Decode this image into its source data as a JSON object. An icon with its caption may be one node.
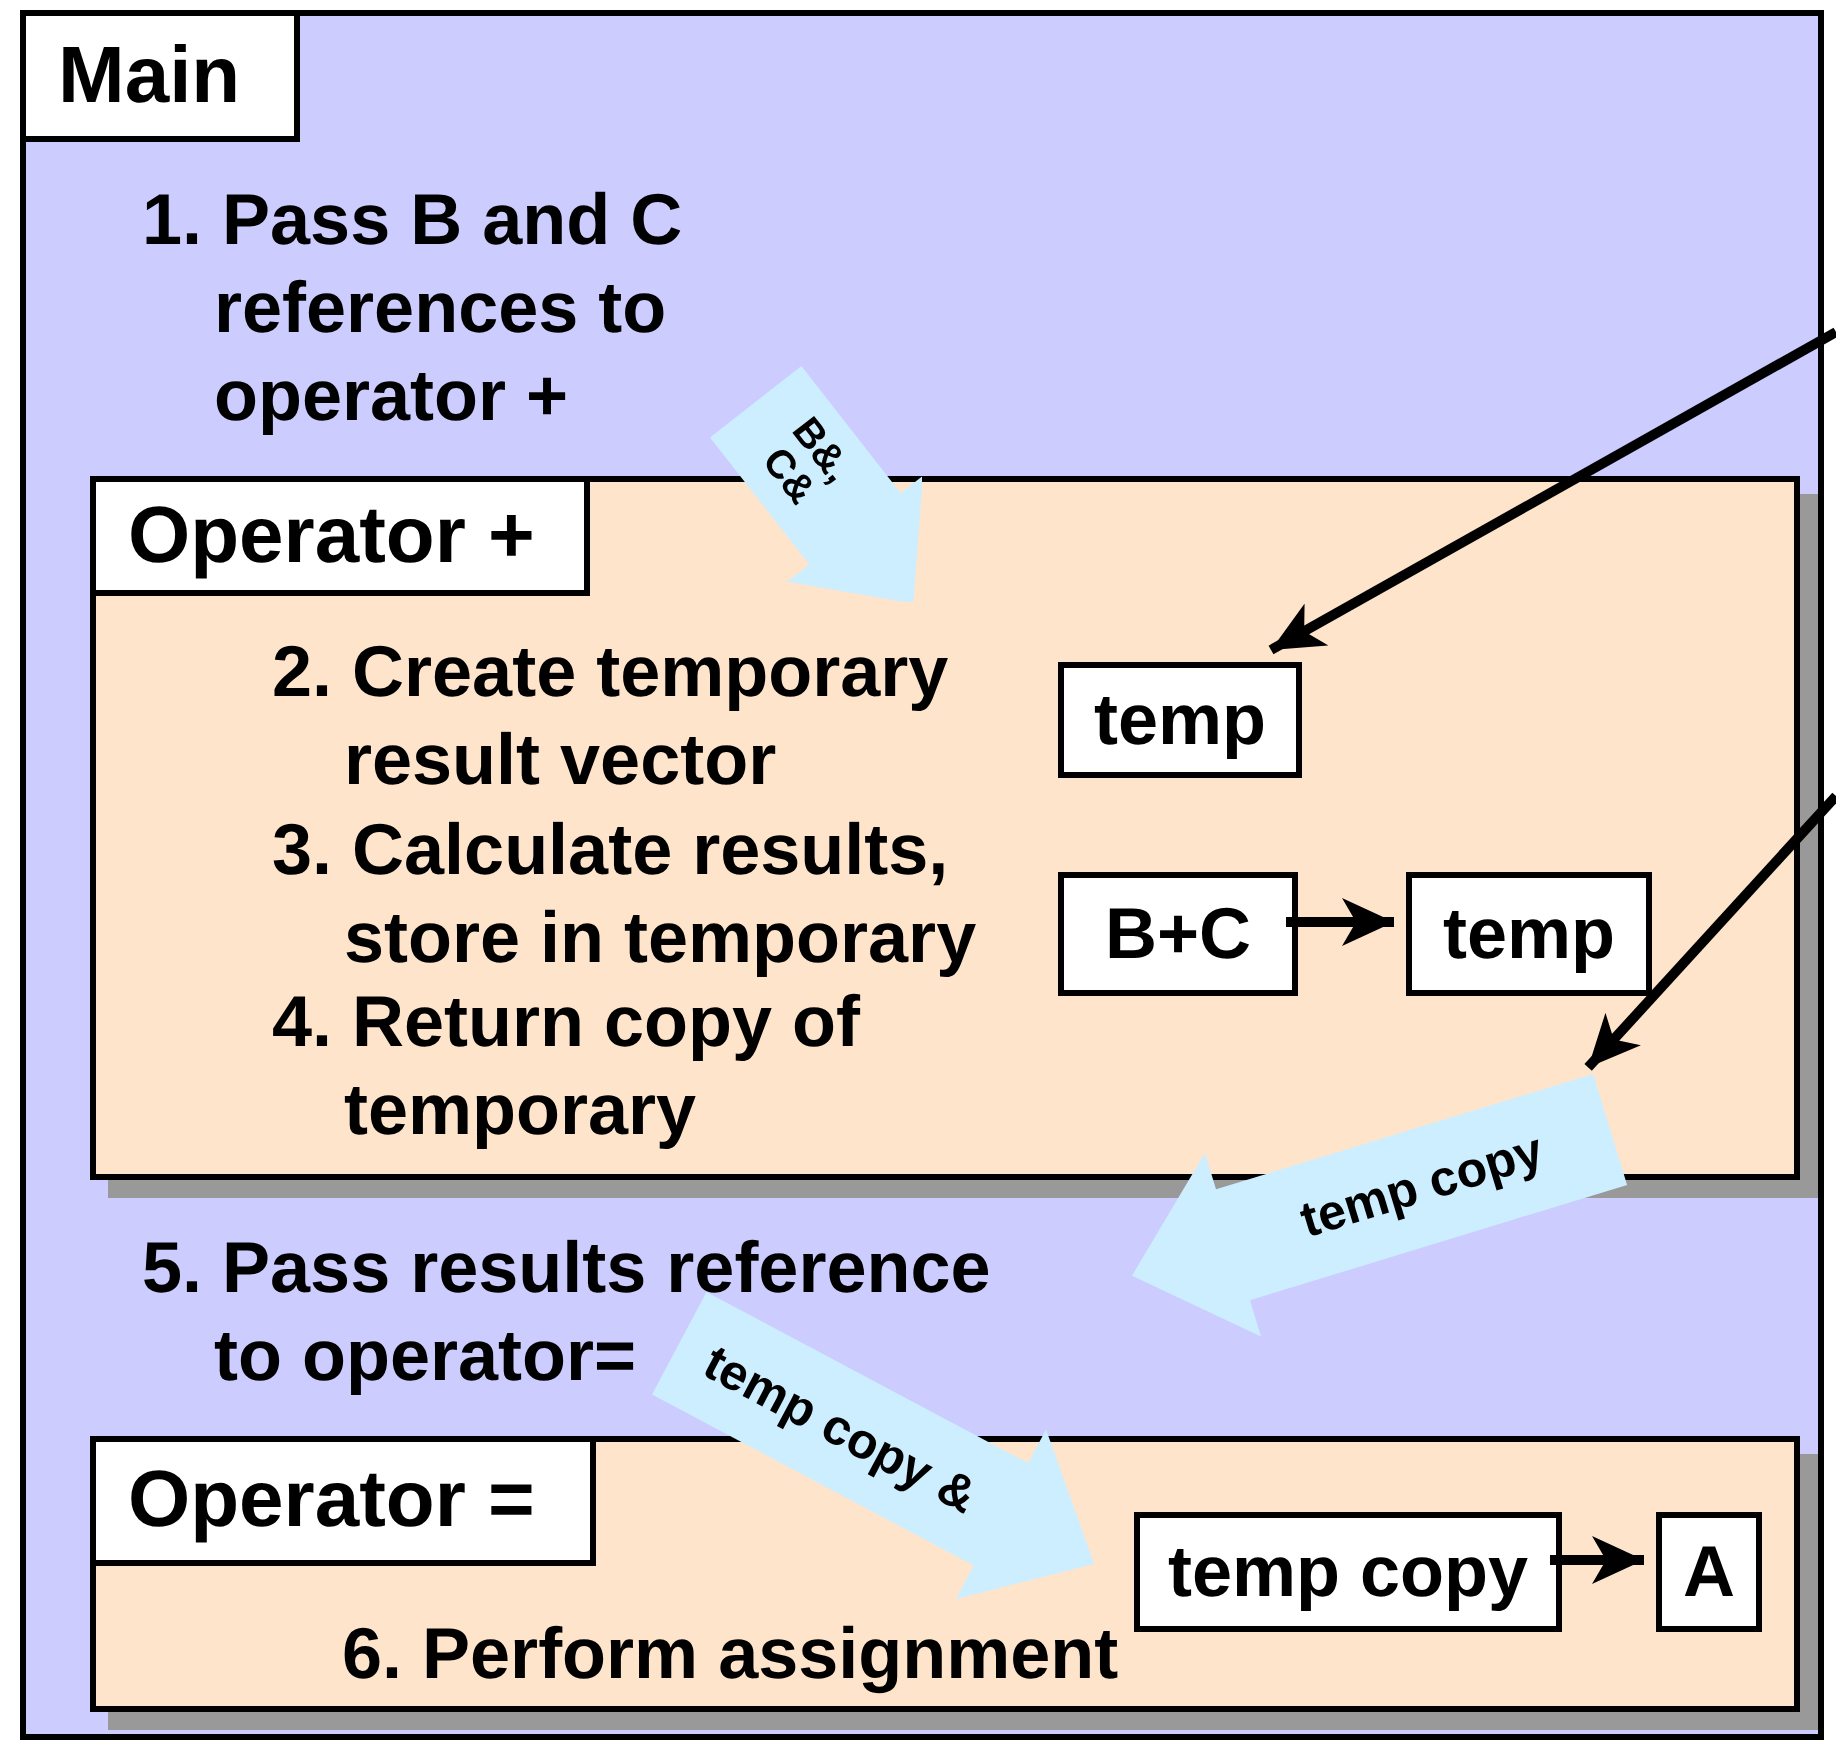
{
  "diagram": {
    "nodes": [
      {
        "text": [
          "Main",
          "1. Pass B and C references to operator +",
          "5. Pass results reference to operator="
        ]
      },
      {
        "text": [
          "Operator +",
          "2. Create temporary result vector",
          "3. Calculate results, store in temporary",
          "4. Return copy of temporary"
        ],
        "in": 0
      },
      {
        "text": [
          "temp"
        ],
        "in": 1
      },
      {
        "text": [
          "B+C"
        ],
        "in": 1
      },
      {
        "text": [
          "temp"
        ],
        "in": 1
      },
      {
        "text": [
          "Operator =",
          "6. Perform assignment"
        ],
        "in": 0
      },
      {
        "text": [
          "temp copy"
        ],
        "in": 5
      },
      {
        "text": [
          "A"
        ],
        "in": 5
      },
      {
        "text": [
          "B&, C&"
        ],
        "in": 0
      },
      {
        "text": [
          "temp copy"
        ],
        "in": 0
      },
      {
        "text": [
          "temp copy &"
        ],
        "in": 0
      }
    ],
    "edges": [
      {
        "from": 3,
        "to": 4,
        "arrow": "to"
      },
      {
        "from": 6,
        "to": 7,
        "arrow": "to"
      },
      {
        "from": null,
        "to": 2,
        "arrow": "to"
      },
      {
        "from": null,
        "to": 9,
        "arrow": "to"
      }
    ]
  }
}
